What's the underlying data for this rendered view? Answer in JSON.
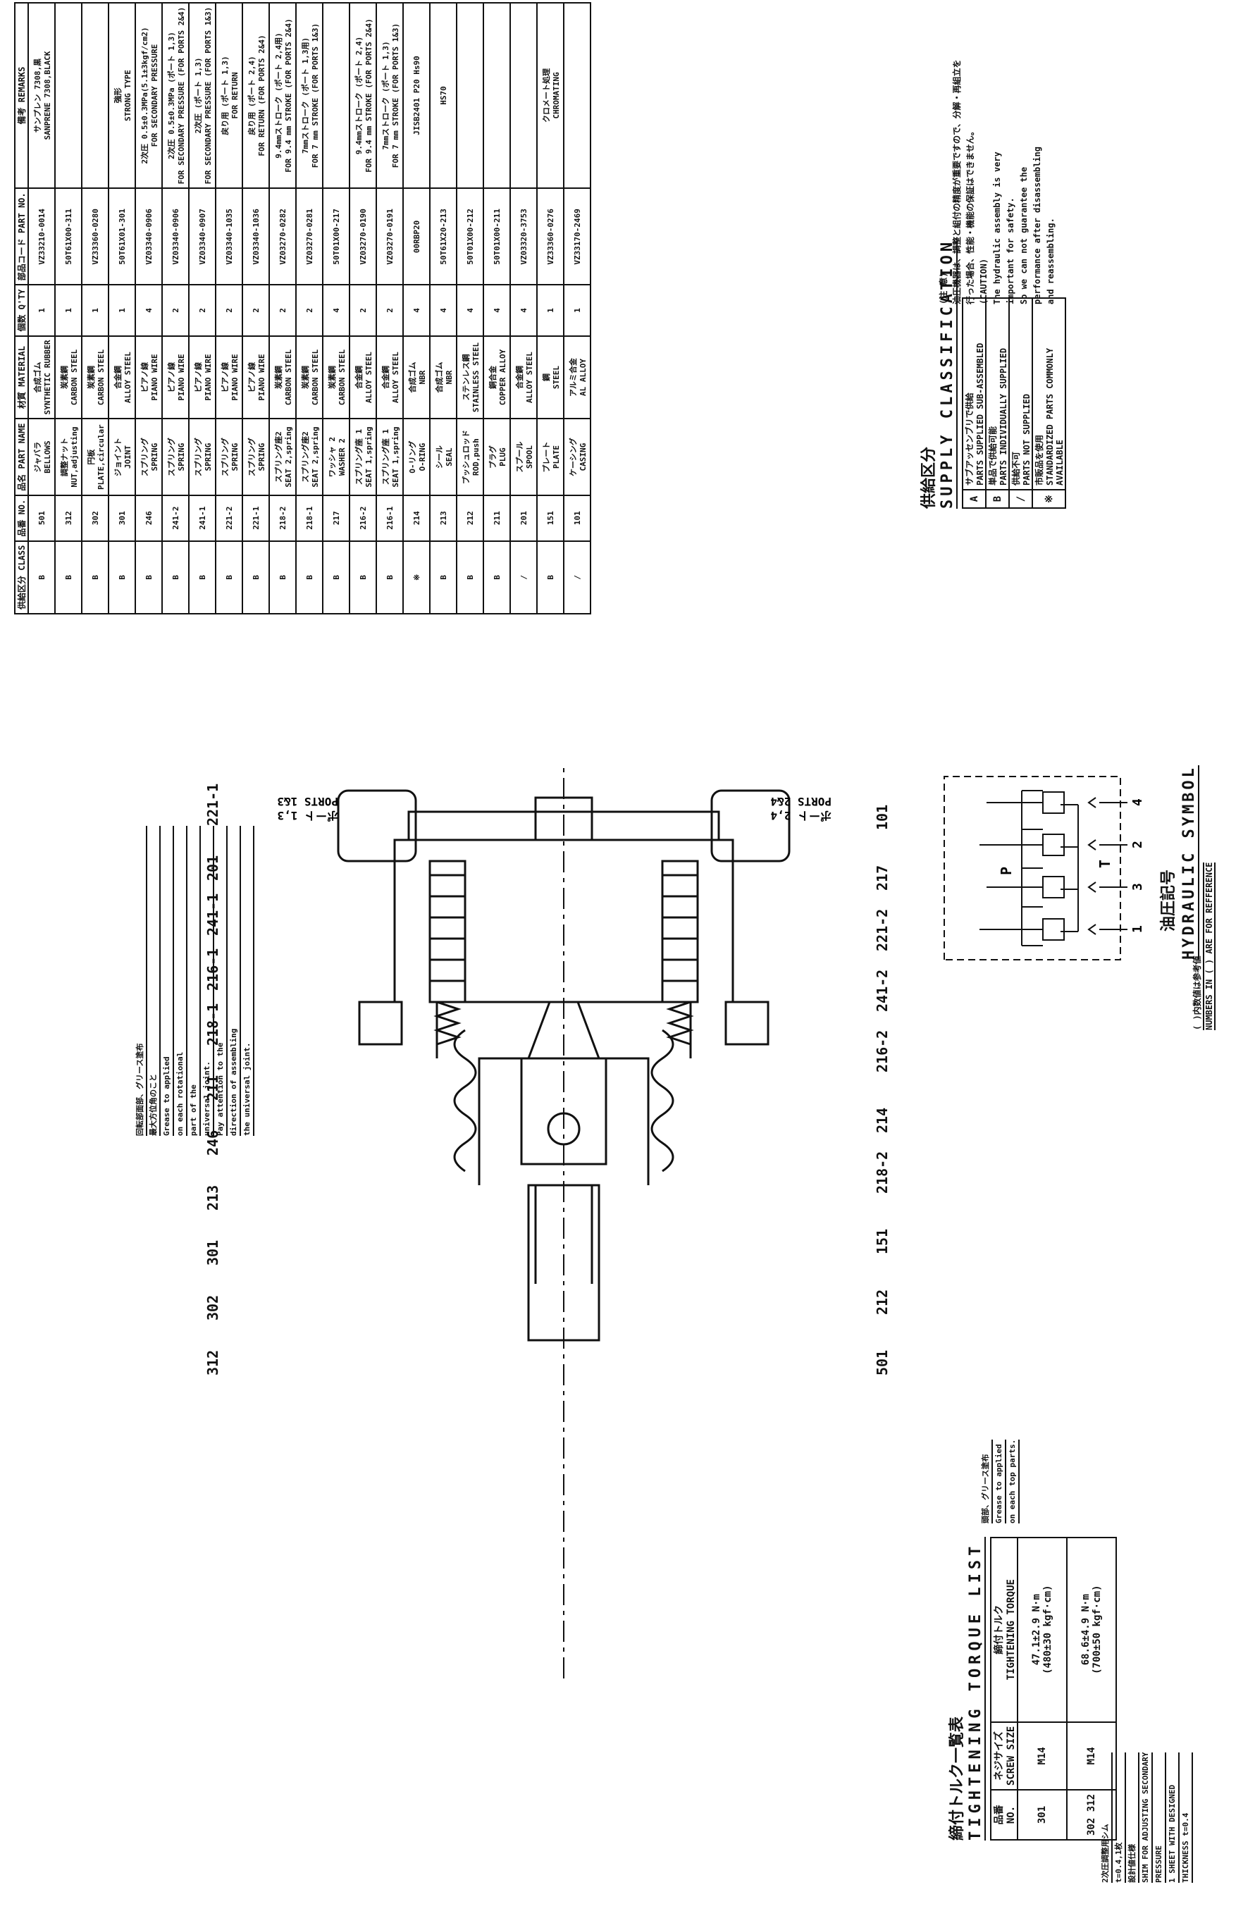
{
  "torque_list": {
    "title_jp": "締付トルク一覧表",
    "title": "TIGHTENING TORQUE LIST",
    "headers": [
      {
        "jp": "品番",
        "en": "NO."
      },
      {
        "jp": "ネジサイズ",
        "en": "SCREW SIZE"
      },
      {
        "jp": "締付トルク",
        "en": "TIGHTENING TORQUE"
      }
    ],
    "rows": [
      {
        "no": "301",
        "size": "M14",
        "torque": "47.1±2.9 N·m",
        "torque2": "(480±30 kgf·cm)"
      },
      {
        "no": "302 312",
        "size": "M14",
        "torque": "68.6±4.9 N·m",
        "torque2": "(700±50 kgf·cm)"
      }
    ]
  },
  "hydraulic_symbol": {
    "title_jp": "油圧記号",
    "title": "HYDRAULIC SYMBOL",
    "port_p": "P",
    "port_t": "T",
    "ports": [
      "1",
      "3",
      "2",
      "4"
    ]
  },
  "supply": {
    "title_jp": "供給区分",
    "title": "SUPPLY CLASSIFICATION",
    "rows": [
      {
        "code": "A",
        "jp": "サブアッセンブリで供給",
        "en": "PARTS SUPPLIED SUB-ASSEMBLED"
      },
      {
        "code": "B",
        "jp": "単品で供給可能",
        "en": "PARTS INDIVIDUALLY SUPPLIED"
      },
      {
        "code": "/",
        "jp": "供給不可",
        "en": "PARTS NOT SUPPLIED"
      },
      {
        "code": "※",
        "jp": "市販品を使用",
        "en": "STANDARDIZED PARTS COMMONLY AVAILABLE"
      }
    ]
  },
  "caution": {
    "title_jp": "(注 意)",
    "jp1": "油圧機器は、調整と組付の精度が重要ですので、分解・再組立を",
    "jp2": "行った場合、性能・機能の保証はできません。",
    "title": "(CAUTION)",
    "lines": [
      "The hydraulic assembly is very",
      "important for safety.",
      "So we can not guarantee the",
      "performance after disassembling",
      "and reassembling."
    ]
  },
  "parts": {
    "headers": {
      "class": "供給区分 CLASS",
      "no": "品番 NO.",
      "name": "品名 PART NAME",
      "material": "材質 MATERIAL",
      "qty": "個数 Q'TY",
      "partno": "部品コード PART NO.",
      "remarks": "備考 REMARKS"
    },
    "rows": [
      {
        "c": "B",
        "no": "501",
        "jp": "ジャバラ",
        "name": "BELLOWS",
        "mat_jp": "合成ゴム",
        "mat": "SYNTHETIC RUBBER",
        "q": "1",
        "pn": "VZ33210-0014",
        "rjp": "サンプレン 7308,黒",
        "rem": "SANPRENE 7308,BLACK"
      },
      {
        "c": "B",
        "no": "312",
        "jp": "調整ナット",
        "name": "NUT,adjusting",
        "mat_jp": "炭素鋼",
        "mat": "CARBON STEEL",
        "q": "1",
        "pn": "50T61X00-311",
        "rjp": "",
        "rem": ""
      },
      {
        "c": "B",
        "no": "302",
        "jp": "円板",
        "name": "PLATE,circular",
        "mat_jp": "炭素鋼",
        "mat": "CARBON STEEL",
        "q": "1",
        "pn": "VZ33360-0280",
        "rjp": "",
        "rem": ""
      },
      {
        "c": "B",
        "no": "301",
        "jp": "ジョイント",
        "name": "JOINT",
        "mat_jp": "合金鋼",
        "mat": "ALLOY STEEL",
        "q": "1",
        "pn": "50T61X01-301",
        "rjp": "強形",
        "rem": "STRONG TYPE"
      },
      {
        "c": "B",
        "no": "246",
        "jp": "スプリング",
        "name": "SPRING",
        "mat_jp": "ピアノ線",
        "mat": "PIANO WIRE",
        "q": "4",
        "pn": "VZ03340-0906",
        "rjp": "2次圧 0.5±0.3MPa(5.1±3kgf/cm2)",
        "rem": "FOR SECONDARY PRESSURE"
      },
      {
        "c": "B",
        "no": "241-2",
        "jp": "スプリング",
        "name": "SPRING",
        "mat_jp": "ピアノ線",
        "mat": "PIANO WIRE",
        "q": "2",
        "pn": "VZ03340-0906",
        "rjp": "2次圧 0.5±0.3MPa (ポート 1,3)",
        "rem": "FOR SECONDARY PRESSURE (FOR PORTS 2&4)"
      },
      {
        "c": "B",
        "no": "241-1",
        "jp": "スプリング",
        "name": "SPRING",
        "mat_jp": "ピアノ線",
        "mat": "PIANO WIRE",
        "q": "2",
        "pn": "VZ03340-0907",
        "rjp": "2次圧 (ポート 1,3)",
        "rem": "FOR SECONDARY PRESSURE (FOR PORTS 1&3)"
      },
      {
        "c": "B",
        "no": "221-2",
        "jp": "スプリング",
        "name": "SPRING",
        "mat_jp": "ピアノ線",
        "mat": "PIANO WIRE",
        "q": "2",
        "pn": "VZ03340-1035",
        "rjp": "戻り用 (ポート 1,3)",
        "rem": "FOR RETURN"
      },
      {
        "c": "B",
        "no": "221-1",
        "jp": "スプリング",
        "name": "SPRING",
        "mat_jp": "ピアノ線",
        "mat": "PIANO WIRE",
        "q": "2",
        "pn": "VZ03340-1036",
        "rjp": "戻り用 (ポート 2,4)",
        "rem": "FOR RETURN (FOR PORTS 2&4)"
      },
      {
        "c": "B",
        "no": "218-2",
        "jp": "スプリング座2",
        "name": "SEAT 2,spring",
        "mat_jp": "炭素鋼",
        "mat": "CARBON STEEL",
        "q": "2",
        "pn": "VZ03270-0282",
        "rjp": "9.4mmストローク (ポート 2,4用)",
        "rem": "FOR 9.4 mm STROKE (FOR PORTS 2&4)"
      },
      {
        "c": "B",
        "no": "218-1",
        "jp": "スプリング座2",
        "name": "SEAT 2,spring",
        "mat_jp": "炭素鋼",
        "mat": "CARBON STEEL",
        "q": "2",
        "pn": "VZ03270-0281",
        "rjp": "7mmストローク (ポート 1,3用)",
        "rem": "FOR 7 mm STROKE (FOR PORTS 1&3)"
      },
      {
        "c": "B",
        "no": "217",
        "jp": "ワッシャ 2",
        "name": "WASHER 2",
        "mat_jp": "炭素鋼",
        "mat": "CARBON STEEL",
        "q": "4",
        "pn": "50T01X00-217",
        "rjp": "",
        "rem": ""
      },
      {
        "c": "B",
        "no": "216-2",
        "jp": "スプリング座 1",
        "name": "SEAT 1,spring",
        "mat_jp": "合金鋼",
        "mat": "ALLOY STEEL",
        "q": "2",
        "pn": "VZ03270-0190",
        "rjp": "9.4mmストローク (ポート 2,4)",
        "rem": "FOR 9.4 mm STROKE (FOR PORTS 2&4)"
      },
      {
        "c": "B",
        "no": "216-1",
        "jp": "スプリング座 1",
        "name": "SEAT 1,spring",
        "mat_jp": "合金鋼",
        "mat": "ALLOY STEEL",
        "q": "2",
        "pn": "VZ03270-0191",
        "rjp": "7mmストローク (ポート 1,3)",
        "rem": "FOR 7 mm STROKE (FOR PORTS 1&3)"
      },
      {
        "c": "※",
        "no": "214",
        "jp": "O-リング",
        "name": "O-RING",
        "mat_jp": "合成ゴム",
        "mat": "NBR",
        "q": "4",
        "pn": "00RBP20",
        "rjp": "",
        "rem": "JISB2401 P20 Hs90"
      },
      {
        "c": "B",
        "no": "213",
        "jp": "シール",
        "name": "SEAL",
        "mat_jp": "合成ゴム",
        "mat": "NBR",
        "q": "4",
        "pn": "50T61X20-213",
        "rjp": "",
        "rem": "HS70"
      },
      {
        "c": "B",
        "no": "212",
        "jp": "プッシュロッド",
        "name": "ROD,push",
        "mat_jp": "ステンレス鋼",
        "mat": "STAINLESS STEEL",
        "q": "4",
        "pn": "50T01X00-212",
        "rjp": "",
        "rem": ""
      },
      {
        "c": "B",
        "no": "211",
        "jp": "プラグ",
        "name": "PLUG",
        "mat_jp": "銅合金",
        "mat": "COPPER ALLOY",
        "q": "4",
        "pn": "50T01X00-211",
        "rjp": "",
        "rem": ""
      },
      {
        "c": "/",
        "no": "201",
        "jp": "スプール",
        "name": "SPOOL",
        "mat_jp": "合金鋼",
        "mat": "ALLOY STEEL",
        "q": "4",
        "pn": "VZ03320-3753",
        "rjp": "",
        "rem": ""
      },
      {
        "c": "B",
        "no": "151",
        "jp": "プレート",
        "name": "PLATE",
        "mat_jp": "鋼",
        "mat": "STEEL",
        "q": "1",
        "pn": "VZ33360-0276",
        "rjp": "クロメート処理",
        "rem": "CHROMATING"
      },
      {
        "c": "/",
        "no": "101",
        "jp": "ケーシング",
        "name": "CASING",
        "mat_jp": "アルミ合金",
        "mat": "AL ALLOY",
        "q": "1",
        "pn": "VZ33170-2469",
        "rjp": "",
        "rem": ""
      }
    ]
  },
  "notes": {
    "grease_top_jp": "回転部面部、グリース塗布",
    "grease_top_sub": "最大方位角のこと",
    "grease_top": [
      "Grease to applied",
      "on each rotational",
      "part of the",
      "universal joint.",
      "Pay attention to the",
      "direction of assembling",
      "the universal joint."
    ],
    "grease_bottom_jp": "頭部、グリース塗布",
    "grease_bottom": [
      "Grease to applied",
      "on each top parts."
    ],
    "shim_jp": "2次圧調整用シム",
    "shim_jp2": "t=0.4,1枚",
    "shim_jp3": "設計値仕様",
    "shim": [
      "SHIM FOR ADJUSTING SECONDARY",
      "PRESSURE",
      "1 SHEET WITH DESIGNED",
      "THICKNESS t=0.4"
    ],
    "ref_jp": "( )内数値は参考値",
    "ref": "NUMBERS IN ( ) ARE FOR REFFERENCE",
    "port13_jp": "ポート 1,3",
    "port13": "PORTS 1&3",
    "port24_jp": "ポート 2,4",
    "port24": "PORTS 2&4"
  },
  "callouts": {
    "top": [
      "312",
      "302",
      "301",
      "213",
      "246",
      "211",
      "218-1",
      "216-1",
      "241-1",
      "201",
      "221-1"
    ],
    "bottom": [
      "501",
      "212",
      "151",
      "218-2",
      "214",
      "216-2",
      "241-2",
      "221-2",
      "217",
      "101"
    ]
  }
}
